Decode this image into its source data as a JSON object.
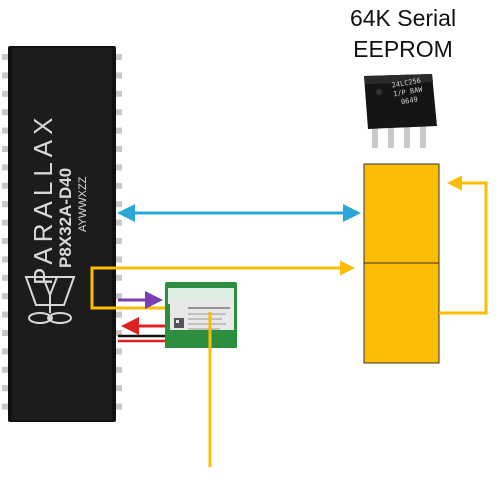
{
  "eeprom": {
    "title_line1": "64K Serial",
    "title_line2": "EEPROM",
    "chip_line1": "24LC256",
    "chip_line2": "I/P  BAW",
    "chip_line3": "0649"
  },
  "microcontroller": {
    "brand": "PARALLAX",
    "part_number": "P8X32A-D40",
    "lot_code": "AYWWXZZ"
  },
  "colors": {
    "chip_body": "#111111",
    "pin": "#c8c8c8",
    "bus_blue": "#2aa7d6",
    "bus_yellow": "#fbbc04",
    "signal_purple": "#7a3fb0",
    "signal_red": "#e02020",
    "signal_black": "#111111",
    "module_green": "#2c8f3f"
  }
}
